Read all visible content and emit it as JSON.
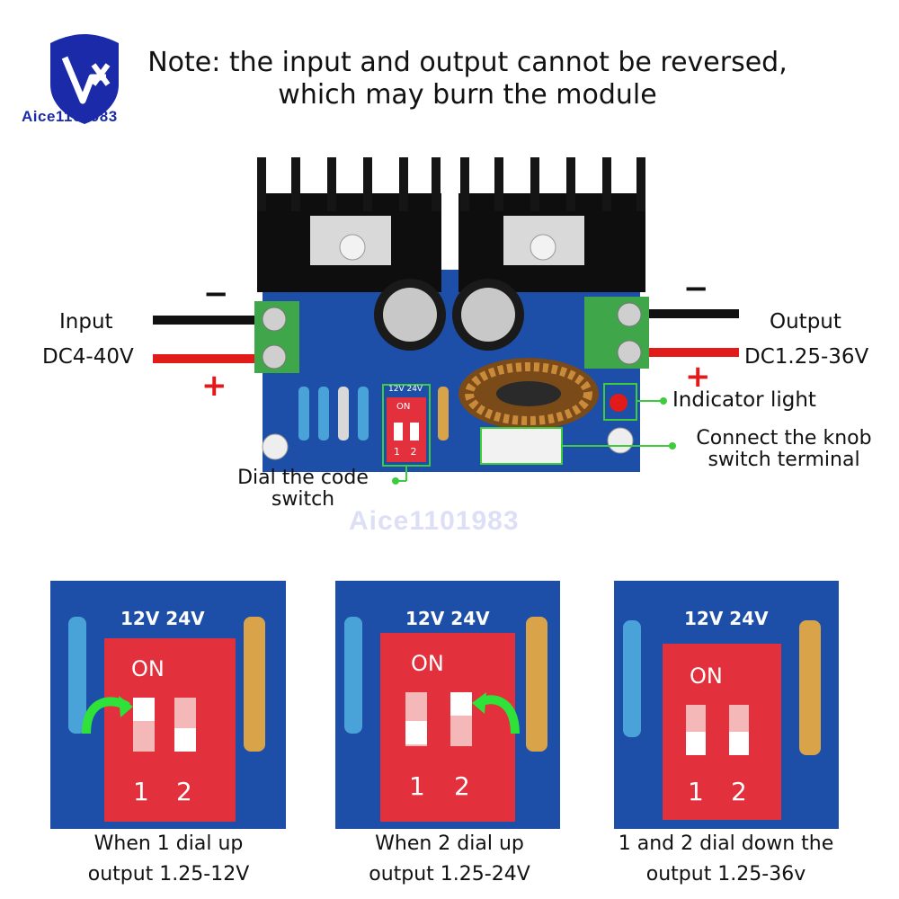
{
  "note": {
    "line1": "Note: the input and output cannot be reversed,",
    "line2": "which may burn the module"
  },
  "brand": {
    "logo_text": "Aice1101983",
    "watermark_text": "Aice1101983",
    "color": "#1a2aa8"
  },
  "board": {
    "dip_label_voltages": "12V 24V",
    "dip_on": "ON",
    "dip_numbers": "1 2",
    "inductor_color": "#c98a3a",
    "pcb_color": "#1d4fa8",
    "terminal_color": "#3fa64a"
  },
  "labels": {
    "input": "Input",
    "input_voltage": "DC4-40V",
    "output": "Output",
    "output_voltage": "DC1.25-36V",
    "minus": "−",
    "plus": "+",
    "indicator": "Indicator light",
    "knob_line1": "Connect the knob",
    "knob_line2": "switch terminal",
    "dial_line1": "Dial the code",
    "dial_line2": "switch"
  },
  "panels": [
    {
      "voltages": "12V  24V",
      "on": "ON",
      "n1": "1",
      "n2": "2",
      "caption_line1": "When 1 dial up",
      "caption_line2": "output 1.25-12V"
    },
    {
      "voltages": "12V  24V",
      "on": "ON",
      "n1": "1",
      "n2": "2",
      "caption_line1": "When 2 dial up",
      "caption_line2": "output 1.25-24V"
    },
    {
      "voltages": "12V  24V",
      "on": "ON",
      "n1": "1",
      "n2": "2",
      "caption_line1": "1 and 2 dial down the",
      "caption_line2": "output 1.25-36v"
    }
  ],
  "colors": {
    "wire_black": "#111111",
    "wire_red": "#e11a1a",
    "callout_green": "#3ecb3e",
    "dip_red": "#e2303c",
    "arrow_green": "#2fe23a"
  }
}
